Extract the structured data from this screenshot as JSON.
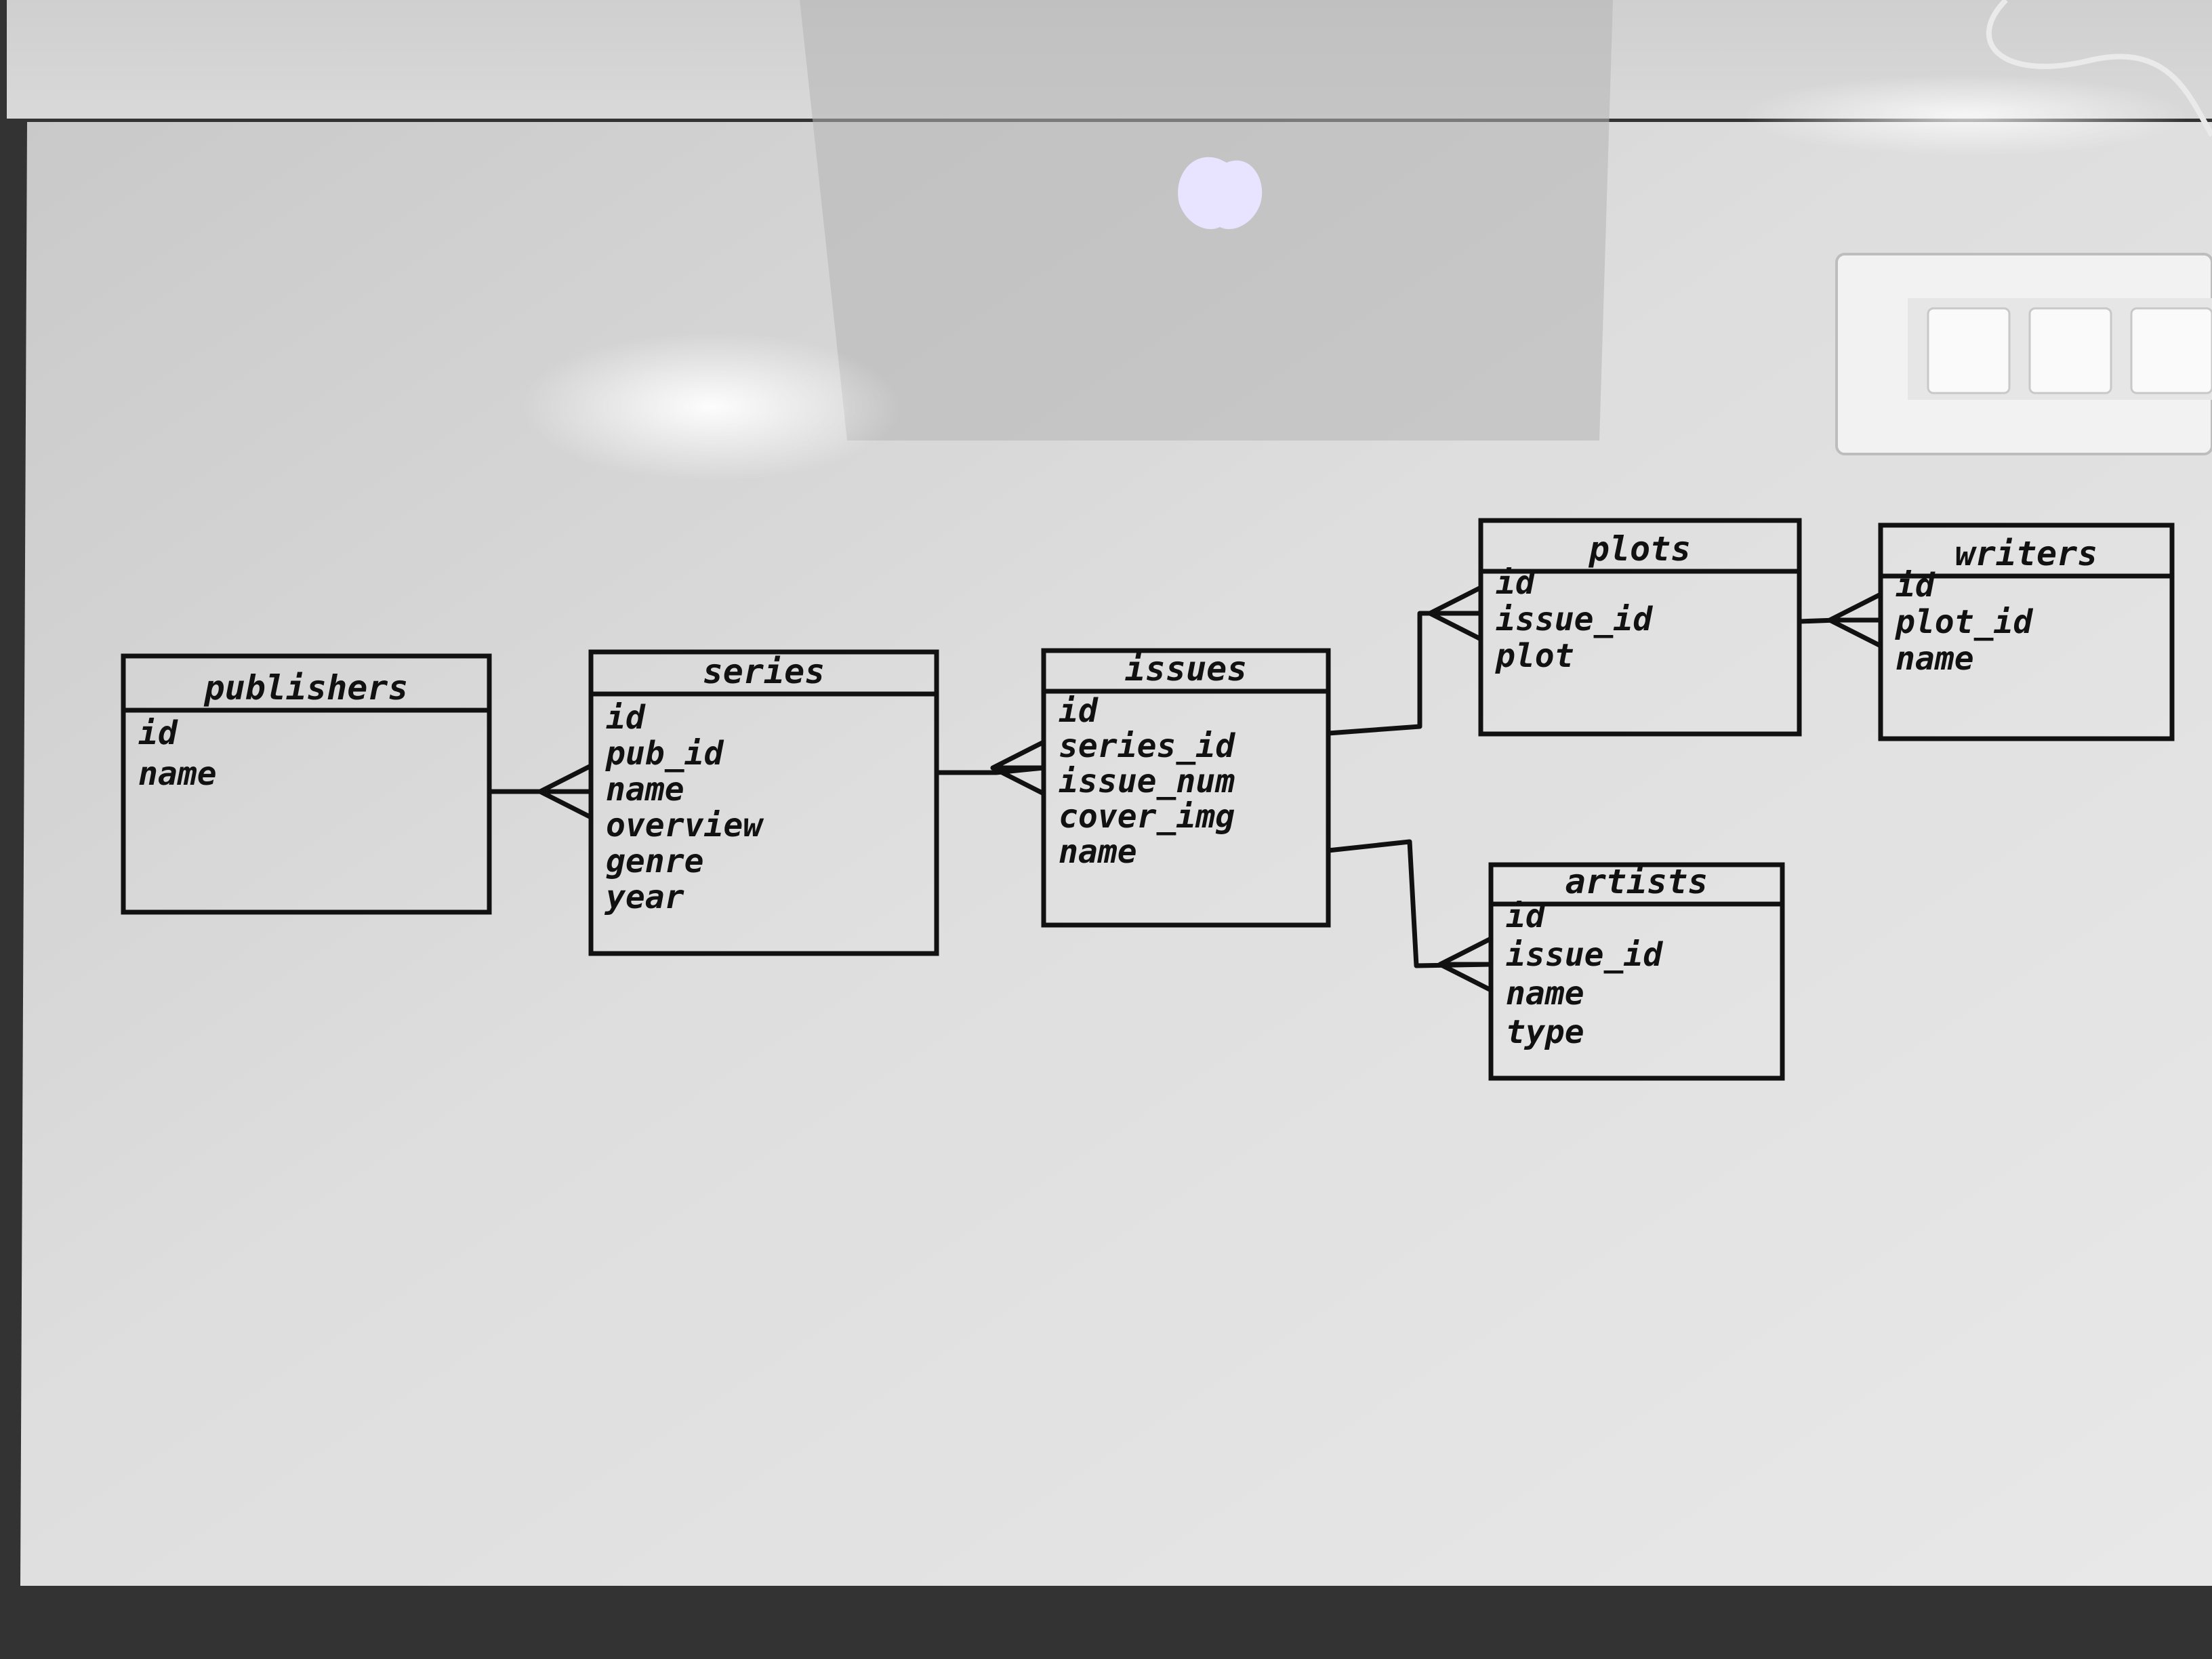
{
  "diagram": {
    "tables": [
      {
        "id": "publishers",
        "title": "publishers",
        "fields": [
          "id",
          "name"
        ]
      },
      {
        "id": "series",
        "title": "series",
        "fields": [
          "id",
          "pub_id",
          "name",
          "overview",
          "genre",
          "year"
        ]
      },
      {
        "id": "issues",
        "title": "issues",
        "fields": [
          "id",
          "series_id",
          "issue_num",
          "cover_img",
          "name"
        ]
      },
      {
        "id": "plots",
        "title": "plots",
        "fields": [
          "id",
          "issue_id",
          "plot"
        ]
      },
      {
        "id": "writers",
        "title": "writers",
        "fields": [
          "id",
          "plot_id",
          "name"
        ]
      },
      {
        "id": "artists",
        "title": "artists",
        "fields": [
          "id",
          "issue_id",
          "name",
          "type"
        ]
      }
    ],
    "relations": [
      {
        "from": "publishers",
        "to": "series",
        "to_field": "pub_id",
        "cardinality": "one-to-many"
      },
      {
        "from": "series",
        "to": "issues",
        "to_field": "series_id",
        "cardinality": "one-to-many"
      },
      {
        "from": "issues",
        "to": "plots",
        "to_field": "issue_id",
        "cardinality": "one-to-many"
      },
      {
        "from": "plots",
        "to": "writers",
        "to_field": "plot_id",
        "cardinality": "one-to-many"
      },
      {
        "from": "issues",
        "to": "artists",
        "to_field": "issue_id",
        "cardinality": "one-to-many"
      }
    ]
  },
  "colors": {
    "ink": "#111111",
    "whiteboard": "#dcdcdc",
    "desk": "#3a3a3a"
  }
}
